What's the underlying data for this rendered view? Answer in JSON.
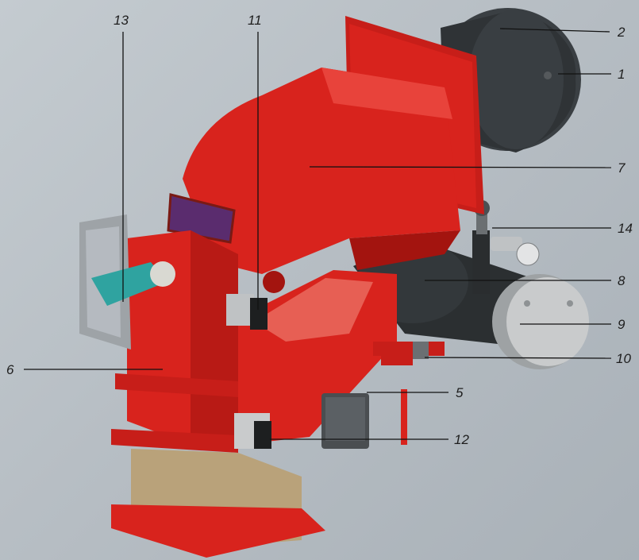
{
  "diagram": {
    "type": "exploded-component-illustration",
    "subject_colors": {
      "housing": "#d8231d",
      "housing_shadow": "#a3140f",
      "blast_tube": "#2f3336",
      "pump_motor": "#2b2f31",
      "cap": "#c9cbcc",
      "base": "#b9a27a",
      "viewing_window": "#5a2c6e",
      "nozzle_connector": "#2fa3a0"
    },
    "callouts": [
      {
        "id": "1",
        "label": "1"
      },
      {
        "id": "2",
        "label": "2"
      },
      {
        "id": "5",
        "label": "5"
      },
      {
        "id": "6",
        "label": "6"
      },
      {
        "id": "7",
        "label": "7"
      },
      {
        "id": "8",
        "label": "8"
      },
      {
        "id": "9",
        "label": "9"
      },
      {
        "id": "10",
        "label": "10"
      },
      {
        "id": "11",
        "label": "11"
      },
      {
        "id": "12",
        "label": "12"
      },
      {
        "id": "13",
        "label": "13"
      },
      {
        "id": "14",
        "label": "14"
      }
    ]
  }
}
